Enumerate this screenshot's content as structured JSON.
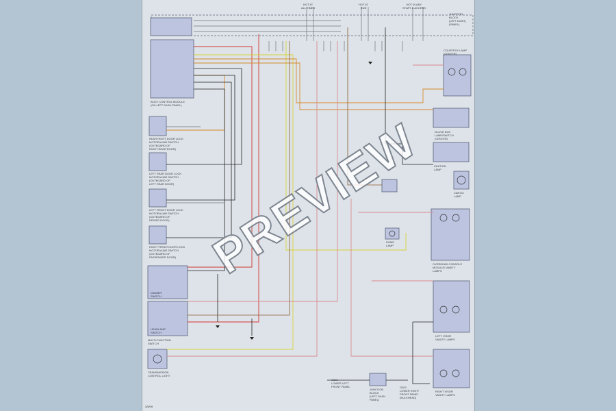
{
  "document": {
    "page_number": "3/5/09",
    "watermark": "PREVIEW"
  },
  "diagram": {
    "top_headers": [
      {
        "id": "hdr-1",
        "label": "HOT AT\nALL TIMES"
      },
      {
        "id": "hdr-2",
        "label": "HOT AT\nRUN"
      },
      {
        "id": "hdr-3",
        "label": "HOT IN ANY\nSTART & ACCESS"
      }
    ],
    "fuse_block_label": "JUNCTION\nBLOCK\n(LEFT DASH)\n(PANEL)",
    "left_components": [
      {
        "id": "body-control-module",
        "label": "BODY CONTROL MODULE\n(ON LEFT DASH PANEL)"
      },
      {
        "id": "rear-right-door-switch",
        "label": "REAR RIGHT DOOR LOCK\nMOTOR/AJAR SWITCH\n(OUTBOARD OF\nRIGHT REAR DOOR)"
      },
      {
        "id": "left-rear-door-switch",
        "label": "LEFT REAR DOOR LOCK\nMOTOR/AJAR SWITCH\n(OUTBOARD OF\nLEFT REAR DOOR)"
      },
      {
        "id": "left-front-door-switch",
        "label": "LEFT FRONT DOOR LOCK\nMOTOR/AJAR SWITCH\n(OUTBOARD OF\nDRIVER DOOR)"
      },
      {
        "id": "right-front-door-switch",
        "label": "RIGHT FRONT DOOR LOCK\nMOTOR/AJAR SWITCH\n(OUTBOARD OF\nPASSENGER DOOR)"
      },
      {
        "id": "dimmer-switch",
        "label": "DIMMER\nSWITCH"
      },
      {
        "id": "headlamp-switch",
        "label": "HEADLAMP\nSWITCH"
      },
      {
        "id": "multi-function-switch",
        "label": "MULTI-FUNCTION\nSWITCH"
      },
      {
        "id": "transmission-control-light",
        "label": "TRANSMISSION\nCONTROL LIGHT"
      }
    ],
    "right_components": [
      {
        "id": "courtesy-lamp-center",
        "label": "COURTESY LAMP\n(CENTER)"
      },
      {
        "id": "glove-box-lamp",
        "label": "GLOVE BOX\nLAMP/SWITCH\n(CENTER)"
      },
      {
        "id": "cargo-lamp",
        "label": "CARGO\nLAMP"
      },
      {
        "id": "overhead-console-module",
        "label": "OVERHEAD CONSOLE\nMODULE/ VANITY\nLAMPS"
      },
      {
        "id": "dome-lamp",
        "label": "DOME\nLAMP"
      },
      {
        "id": "left-visor-vanity-lamp",
        "label": "LEFT VISOR\nVANITY LAMPS"
      },
      {
        "id": "right-visor-vanity-lamp",
        "label": "RIGHT VISOR\nVANITY LAMPS"
      },
      {
        "id": "ignition-lamp",
        "label": "IGNITION\nLAMP"
      }
    ],
    "bottom_labels": [
      {
        "id": "g1",
        "label": "G301\nLOWER LEFT\nFRONT PANEL"
      },
      {
        "id": "splice",
        "label": "JUNCTION\nBLOCK\n(LEFT DASH\nPANEL)"
      },
      {
        "id": "g2",
        "label": "G302\nLOWER RIGHT\nFRONT PANEL\n(BULKHEAD)"
      }
    ],
    "wire_colors": {
      "red": "#d2352f",
      "yellow": "#d9d23a",
      "orange": "#d68a2c",
      "brown": "#8a5a30",
      "black": "#222222",
      "pink": "#d98a8f",
      "gray": "#8a8f96"
    }
  }
}
